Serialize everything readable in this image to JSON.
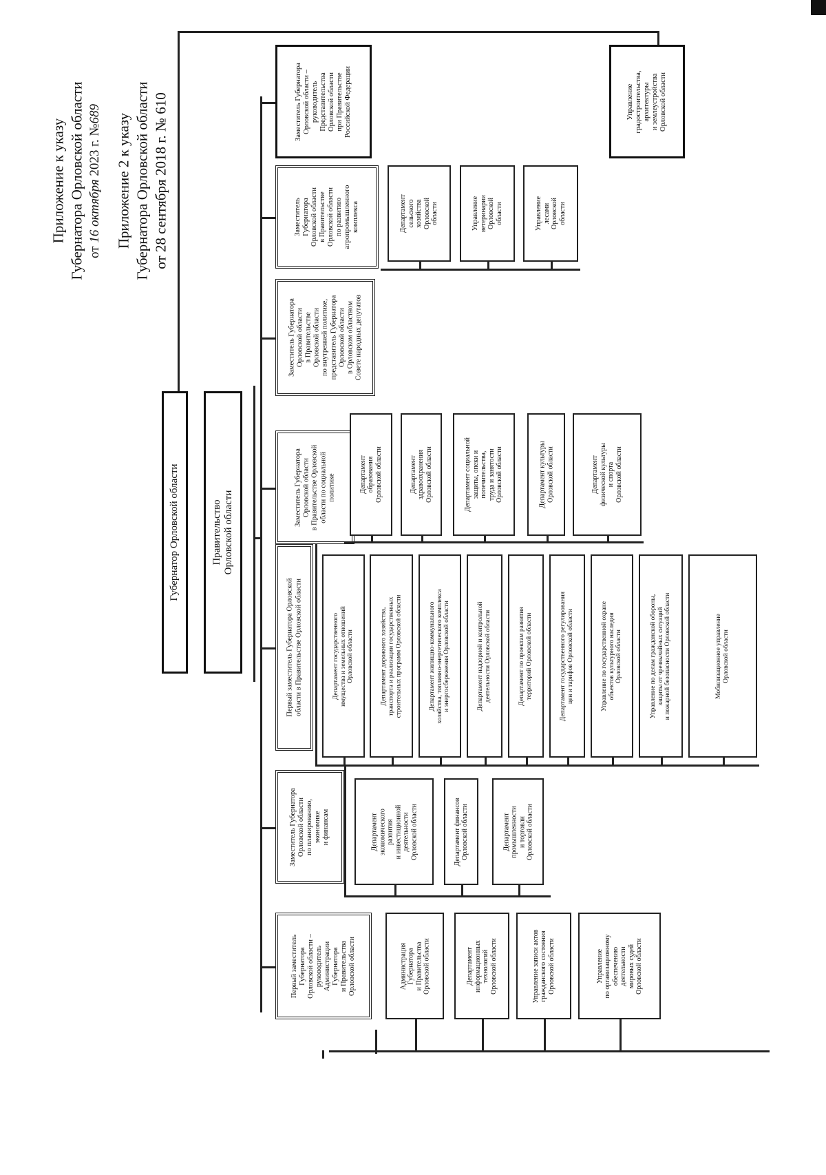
{
  "header": {
    "line1": "Приложение к указу",
    "line2": "Губернатора Орловской области",
    "line3_prefix": "от",
    "line3_date": "16 октября",
    "line3_mid": "2023 г. №",
    "line3_num": "689",
    "line4": "Приложение 2 к указу",
    "line5": "Губернатора Орловской области",
    "line6": "от 28 сентября 2018 г. № 610"
  },
  "top": {
    "governor": "Губернатор Орловской области",
    "government": "Правительство\nОрловской области"
  },
  "deputies": [
    {
      "title": "Первый заместитель\nГубернатора\nОрловской области –\nруководитель\nАдминистрации\nГубернатора\nи Правительства\nОрловской области"
    },
    {
      "title": "Заместитель Губернатора\nОрловской области\nпо планированию,\nэкономике\nи финансам"
    },
    {
      "title": "Первый заместитель Губернатора Орловской\nобласти в Правительстве Орловской области"
    },
    {
      "title": "Заместитель Губернатора\nОрловской области\nв Правительстве Орловской\nобласти по социальной\nполитике"
    },
    {
      "title": "Заместитель Губернатора\nОрловской области\nв Правительстве\nОрловской области\nпо внутренней политике,\nпредставитель Губернатора\nОрловской области\nв Орловском областном\nСовете народных депутатов"
    },
    {
      "title": "Заместитель\nГубернатора\nОрловской области\nв Правительстве\nОрловской области\nпо развитию\nагропромышленного\nкомплекса"
    },
    {
      "title": "Заместитель Губернатора\nОрловской области –\nруководитель\nПредставительства\nОрловской области\nпри Правительстве\nРоссийской Федерации"
    }
  ],
  "subs_c1": [
    "Администрация\nГубернатора\nи Правительства\nОрловской области",
    "Департамент\nинформационных\nтехнологий\nОрловской области",
    "Управление записи актов\nгражданского состояния\nОрловской области",
    "Управление\nпо организационному\nобеспечению\nдеятельности\nмировых судей\nОрловской области"
  ],
  "subs_c2": [
    "Департамент\nэкономического\nразвития\nи инвестиционной\nдеятельности\nОрловской области",
    "Департамент финансов\nОрловской области",
    "Департамент\nпромышленности\nи торговли\nОрловской области"
  ],
  "subs_c3": [
    "Департамент государственного\nимущества и земельных отношений\nОрловской области",
    "Департамент дорожного хозяйства,\nтранспорта и реализации государственных\nстроительных программ Орловской области",
    "Департамент жилищно-коммунального\nхозяйства, топливно-энергетического комплекса\nи энергосбережения Орловской области",
    "Департамент надзорной и контрольной\nдеятельности Орловской области",
    "Департамент по проектам развития\nтерриторий Орловской области",
    "Департамент государственного регулирования\nцен и тарифов Орловской области",
    "Управление по государственной охране\nобъектов культурного наследия\nОрловской области",
    "Управление по делам гражданской обороны,\nзащиты от чрезвычайных ситуаций\nи пожарной безопасности Орловской области",
    "Мобилизационное управление\nОрловской области"
  ],
  "subs_c4": [
    "Департамент\nобразования\nОрловской области",
    "Департамент\nздравоохранения\nОрловской области",
    "Департамент социальной\nзащиты, опеки и\nпопечительства,\nтруда и занятости\nОрловской области",
    "Департамент культуры\nОрловской области",
    "Департамент\nфизической культуры\nи спорта\nОрловской области"
  ],
  "subs_c6": [
    "Департамент\nсельского\nхозяйства\nОрловской\nобласти",
    "Управление\nветеринарии\nОрловской\nобласти",
    "Управление\nлесами\nОрловской\nобласти"
  ],
  "right_unit": "Управление\nградостроительства,\nархитектуры\nи землеустройства\nОрловской области"
}
